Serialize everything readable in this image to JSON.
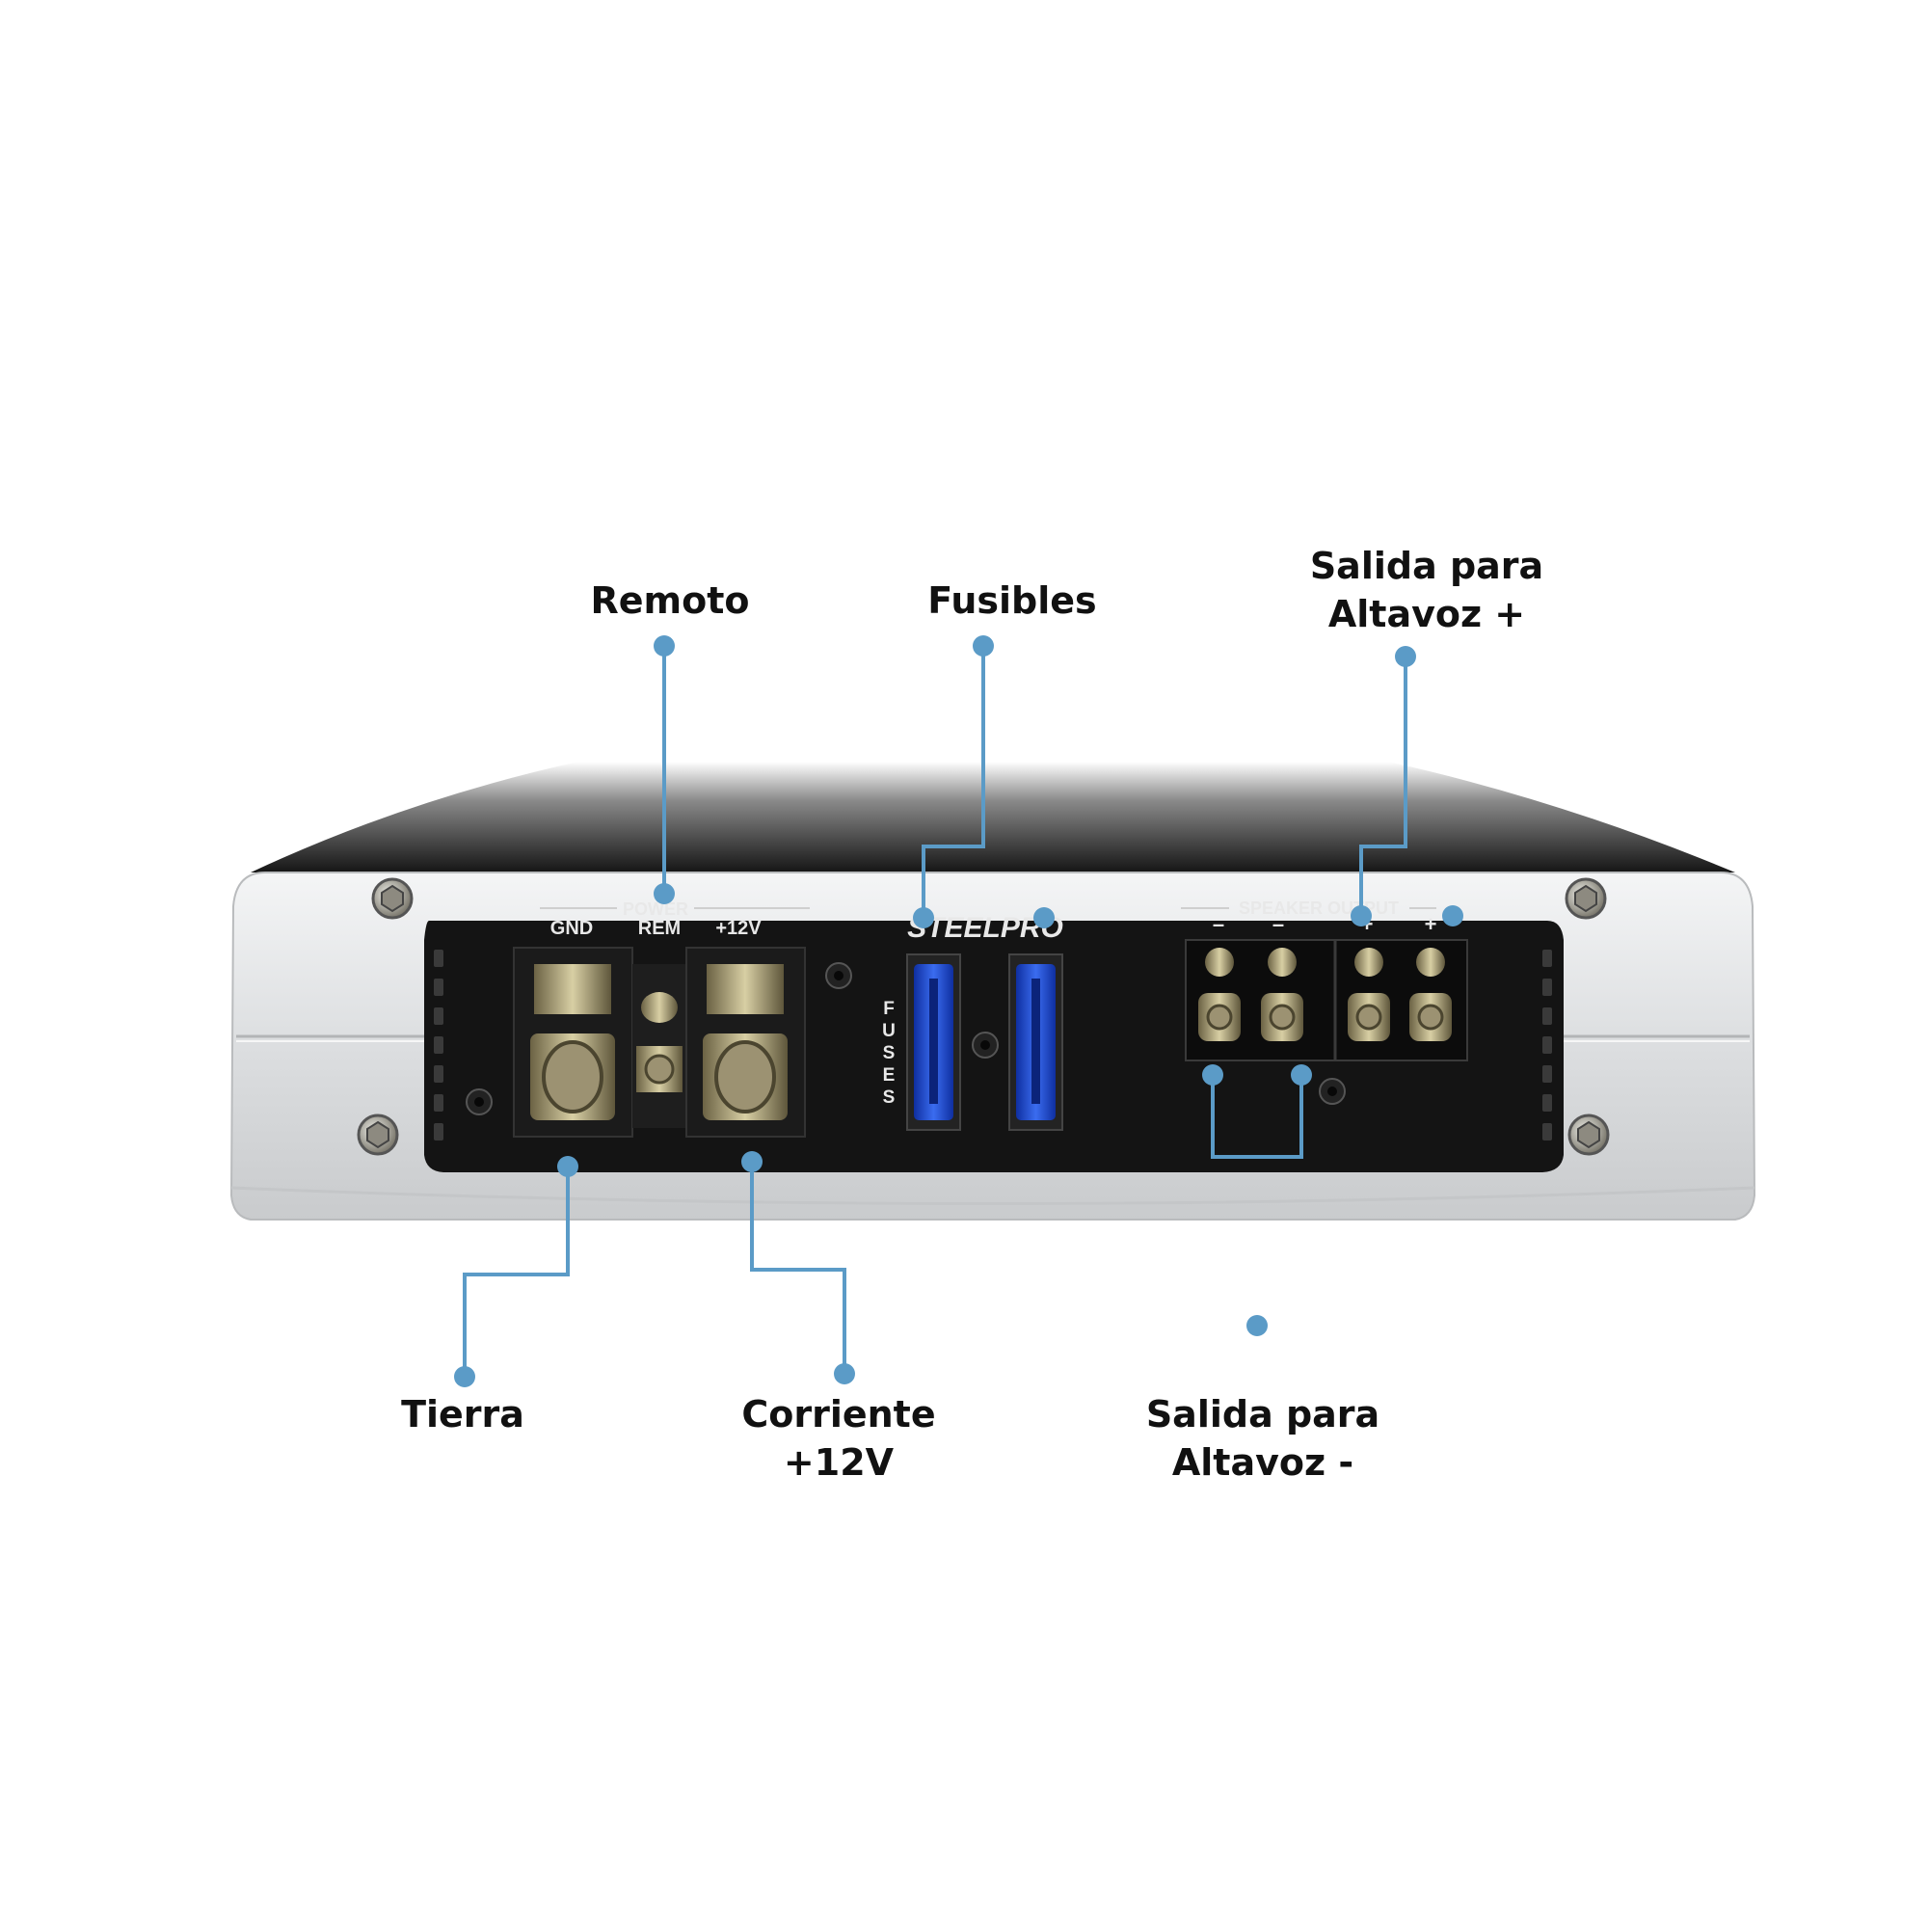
{
  "brand": "STEELPRO",
  "panel_labels": {
    "power": "POWER",
    "gnd": "GND",
    "rem": "REM",
    "plus12v": "+12V",
    "fuses": "FUSES",
    "speaker_output": "SPEAKER OUTPUT",
    "minus": "–",
    "plus": "+"
  },
  "callouts": {
    "remoto": "Remoto",
    "fusibles": "Fusibles",
    "salida_pos_line1": "Salida para",
    "salida_pos_line2": "Altavoz +",
    "tierra": "Tierra",
    "corriente_line1": "Corriente",
    "corriente_line2": "+12V",
    "salida_neg_line1": "Salida para",
    "salida_neg_line2": "Altavoz -"
  },
  "colors": {
    "callout_line": "#5b9bc7",
    "housing_silver": "#e4e6e8",
    "panel_black": "#141414",
    "fuse_blue": "#1f4fd8"
  }
}
